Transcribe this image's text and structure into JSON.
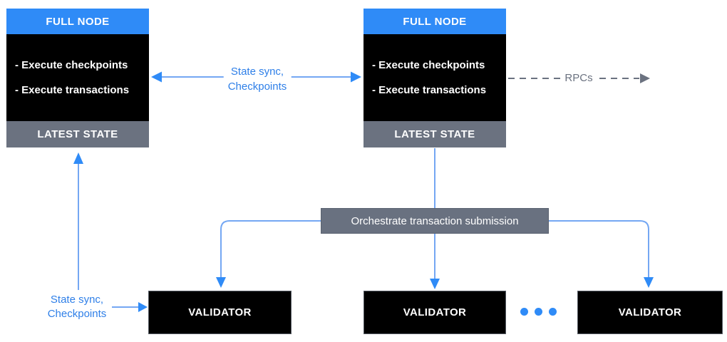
{
  "diagram": {
    "full_node_left": {
      "title": "FULL NODE",
      "items": [
        "- Execute checkpoints",
        "- Execute transactions"
      ],
      "footer": "LATEST STATE"
    },
    "full_node_right": {
      "title": "FULL NODE",
      "items": [
        "- Execute checkpoints",
        "- Execute transactions"
      ],
      "footer": "LATEST STATE"
    },
    "state_sync_label_top": {
      "line1": "State sync,",
      "line2": "Checkpoints"
    },
    "rpc_label": "RPCs",
    "orchestrate_label": "Orchestrate transaction submission",
    "state_sync_label_bottom": {
      "line1": "State sync,",
      "line2": "Checkpoints"
    },
    "validators": [
      {
        "label": "VALIDATOR"
      },
      {
        "label": "VALIDATOR"
      },
      {
        "label": "VALIDATOR"
      }
    ]
  },
  "colors": {
    "node_header_blue": "#2F8BF7",
    "arrow_line_blue": "#74A7F3",
    "arrow_head_blue": "#2F8BF7",
    "label_text_blue": "#2E7FE8",
    "slate_gray": "#6B7280",
    "box_black": "#000000",
    "text_white": "#FFFFFF"
  }
}
